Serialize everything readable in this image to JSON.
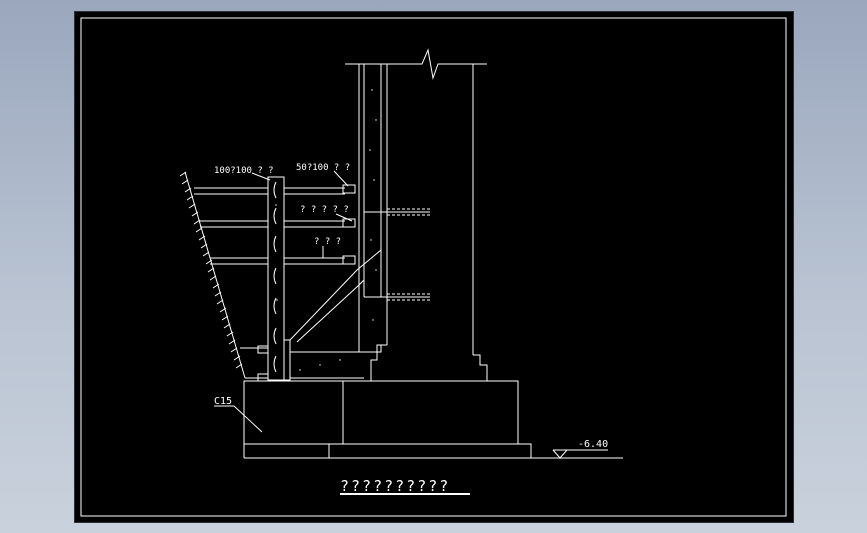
{
  "drawing": {
    "title": "??????????",
    "labels": {
      "timber_spec": "100?100 ? ?",
      "small_timber_spec": "50?100 ? ?",
      "label_a": "? ? ? ? ?",
      "label_b": "? ? ?",
      "concrete_grade": "C15",
      "elevation": "-6.40"
    }
  },
  "colors": {
    "line": "#ffffff",
    "sheet": "#000000",
    "background": "#a9b4c6"
  }
}
